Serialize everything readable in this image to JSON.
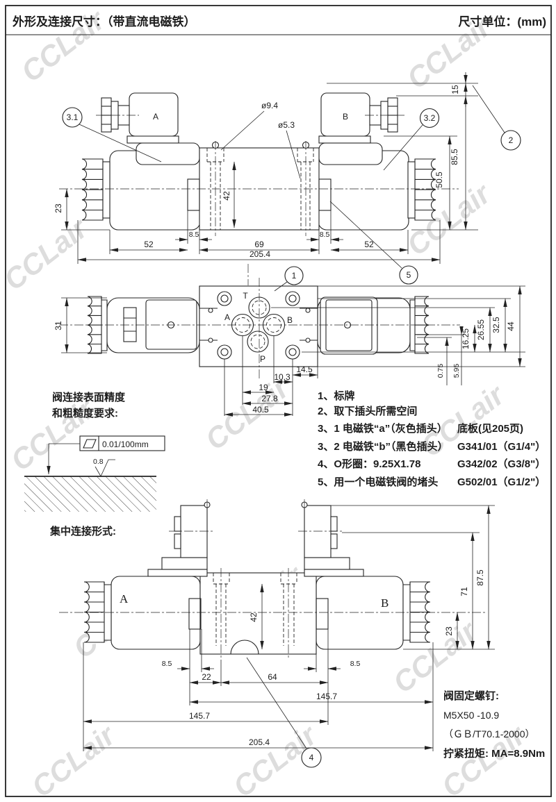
{
  "header": {
    "left": "外形及连接尺寸：（带直流电磁铁）",
    "right": "尺寸单位：(mm)"
  },
  "watermark": {
    "text": "CCLair"
  },
  "view1": {
    "solenoid_a": "A",
    "solenoid_b": "B",
    "dims": {
      "phi94": "ø9.4",
      "phi53": "ø5.3",
      "d15": "15",
      "d855": "85.5",
      "d505": "50.5",
      "d42": "42",
      "d23": "23",
      "d52_left": "52",
      "d85_left": "8.5",
      "d69": "69",
      "d85_right": "8.5",
      "d52_right": "52",
      "d2054": "205.4"
    },
    "callouts": {
      "c31": "3.1",
      "c32": "3.2",
      "c2": "2",
      "c5": "5"
    }
  },
  "view2": {
    "ports": {
      "t": "T",
      "a": "A",
      "b": "B",
      "p": "P"
    },
    "dims": {
      "d31": "31",
      "d1625": "16.25",
      "d2655": "26.55",
      "d325": "32.5",
      "d44": "44",
      "d075": "0.75",
      "d595": "5.95",
      "d145": "14.5",
      "d103": "10.3",
      "d19": "19",
      "d278": "27.8",
      "d405": "40.5"
    },
    "callouts": {
      "c1": "1"
    }
  },
  "surface_note": {
    "line1": "阀连接表面精度",
    "line2": "和粗糙度要求:",
    "flatness": "0.01/100mm",
    "roughness": "0.8"
  },
  "notes": [
    {
      "no": "1、",
      "text": "标牌",
      "right": ""
    },
    {
      "no": "2、",
      "text": "取下插头所需空间",
      "right": ""
    },
    {
      "no": "3、",
      "text": "1 电磁铁“a”（灰色插头）",
      "right": "底板(见205页)"
    },
    {
      "no": "3、",
      "text": "2 电磁铁“b”（黑色插头）",
      "right": "G341/01（G1/4\"）"
    },
    {
      "no": "4、",
      "text": "O形圈：9.25X1.78",
      "right": "G342/02（G3/8\"）"
    },
    {
      "no": "5、",
      "text": "用一个电磁铁阀的堵头",
      "right": "G502/01（G1/2\"）"
    }
  ],
  "section_label": "集中连接形式:",
  "view3": {
    "solenoid_a": "A",
    "solenoid_b": "B",
    "dims": {
      "d42": "42",
      "d23": "23",
      "d71": "71",
      "d875": "87.5",
      "d85_left": "8.5",
      "d22": "22",
      "d64": "64",
      "d85_right": "8.5",
      "d1457_upper": "145.7",
      "d1457_lower": "145.7",
      "d2054": "205.4"
    },
    "callouts": {
      "c4": "4"
    }
  },
  "screw_note": {
    "line1": "阀固定螺钉:",
    "line2": "M5X50 -10.9",
    "line3": "（ＧＢ/T70.1-2000）",
    "line4": "拧紧扭矩: MA=8.9Nm"
  }
}
